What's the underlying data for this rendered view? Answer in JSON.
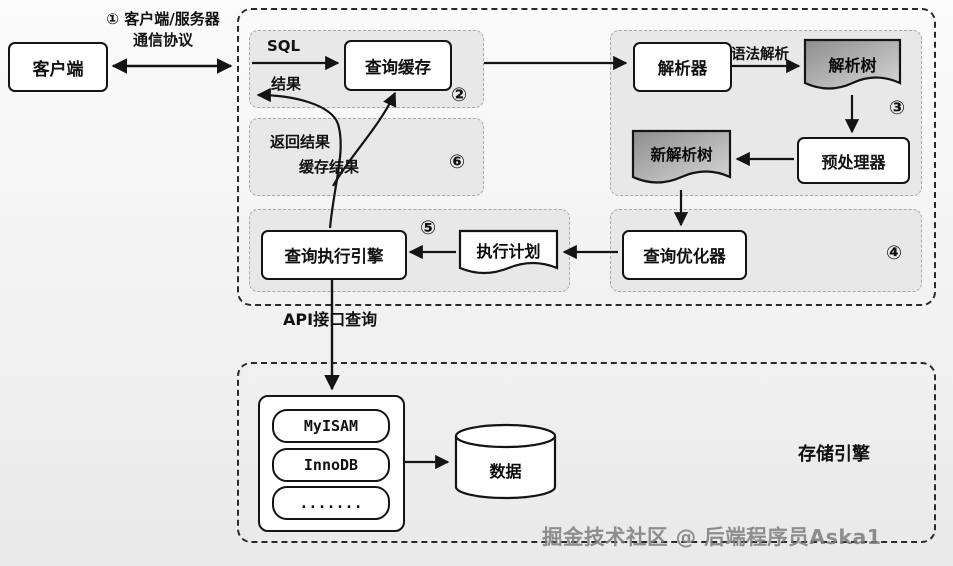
{
  "client": {
    "label": "客户端"
  },
  "protocol": {
    "line1": "① 客户端/服务器",
    "line2": "通信协议"
  },
  "server": {
    "cache": {
      "sql": "SQL",
      "result": "结果",
      "box": "查询缓存",
      "badge": "②"
    },
    "parse": {
      "parser": "解析器",
      "syntax": "语法解析",
      "tree": "解析树",
      "preprocessor": "预处理器",
      "new_tree": "新解析树",
      "badge": "③"
    },
    "ret": {
      "return_result": "返回结果",
      "cache_result": "缓存结果",
      "badge": "⑥"
    },
    "exec": {
      "engine": "查询执行引擎",
      "plan": "执行计划",
      "badge": "⑤"
    },
    "opt": {
      "optimizer": "查询优化器",
      "badge": "④"
    },
    "api_label": "API接口查询"
  },
  "storage": {
    "title": "存储引擎",
    "engines": [
      "MyISAM",
      "InnoDB",
      "......."
    ],
    "data": "数据"
  },
  "watermark": "掘金技术社区 @ 后端程序员Aska1",
  "colors": {
    "line": "#141414",
    "section_fill": "#e8e8e8",
    "tree_fill_dark": "#8e8e8e",
    "tree_fill_light": "#d6d6d6",
    "box_fill": "#ffffff"
  }
}
